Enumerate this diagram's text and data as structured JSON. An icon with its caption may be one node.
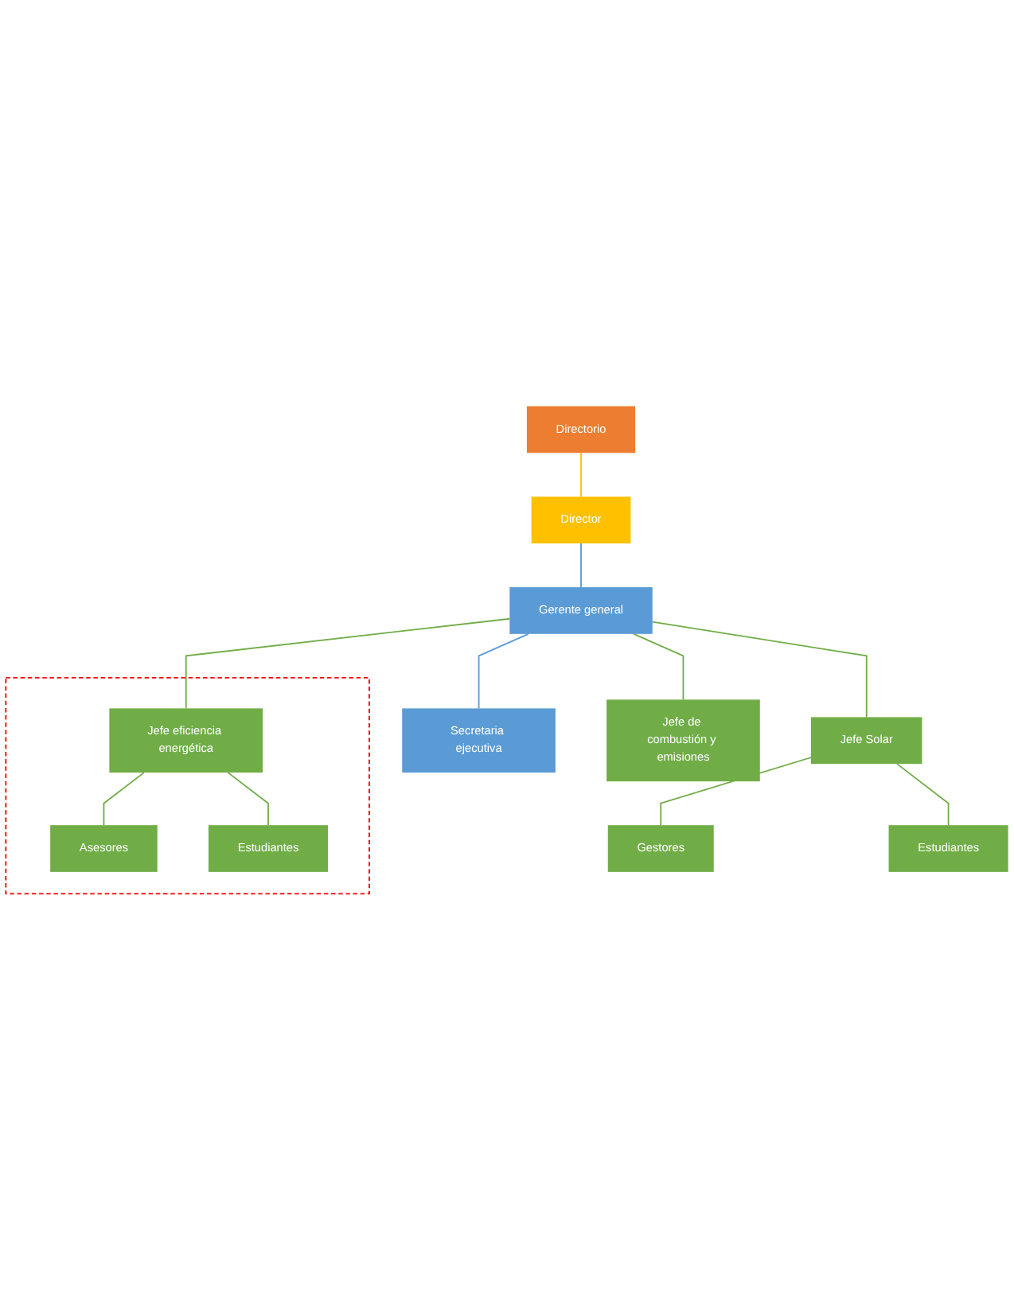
{
  "diagram": {
    "nodes": [
      {
        "text": [
          "Directorio"
        ]
      },
      {
        "text": [
          "Director"
        ]
      },
      {
        "text": [
          "Secretaria ejecutiva"
        ]
      },
      {
        "text": [
          "Gerente general"
        ]
      },
      {
        "text": [],
        "shape": "box"
      },
      {
        "text": [
          "Jefe eficiencia energética"
        ],
        "in": 4
      },
      {
        "text": [
          "Jefe de combustión y emisiones"
        ]
      },
      {
        "text": [
          "Jefe Solar"
        ]
      },
      {
        "text": [
          "Asesores"
        ],
        "in": 4
      },
      {
        "text": [
          "Estudiantes"
        ],
        "in": 4
      },
      {
        "text": [
          "Gestores"
        ]
      },
      {
        "text": [
          "Estudiantes"
        ]
      }
    ],
    "edges": [
      {
        "from": 0,
        "to": 1,
        "arrow": "none",
        "color": "#ffc000"
      },
      {
        "from": 1,
        "to": 3,
        "arrow": "none",
        "color": "#5b9bd5"
      },
      {
        "from": 3,
        "to": 2,
        "arrow": "none",
        "color": "#5b9bd5"
      },
      {
        "from": 3,
        "to": 5,
        "arrow": "none"
      },
      {
        "from": 3,
        "to": 6,
        "arrow": "none"
      },
      {
        "from": 3,
        "to": 7,
        "arrow": "none"
      },
      {
        "from": 5,
        "to": 8,
        "arrow": "none"
      },
      {
        "from": 5,
        "to": 9,
        "arrow": "none"
      },
      {
        "from": 7,
        "to": 10,
        "arrow": "none"
      },
      {
        "from": 7,
        "to": 11,
        "arrow": "none"
      }
    ]
  }
}
